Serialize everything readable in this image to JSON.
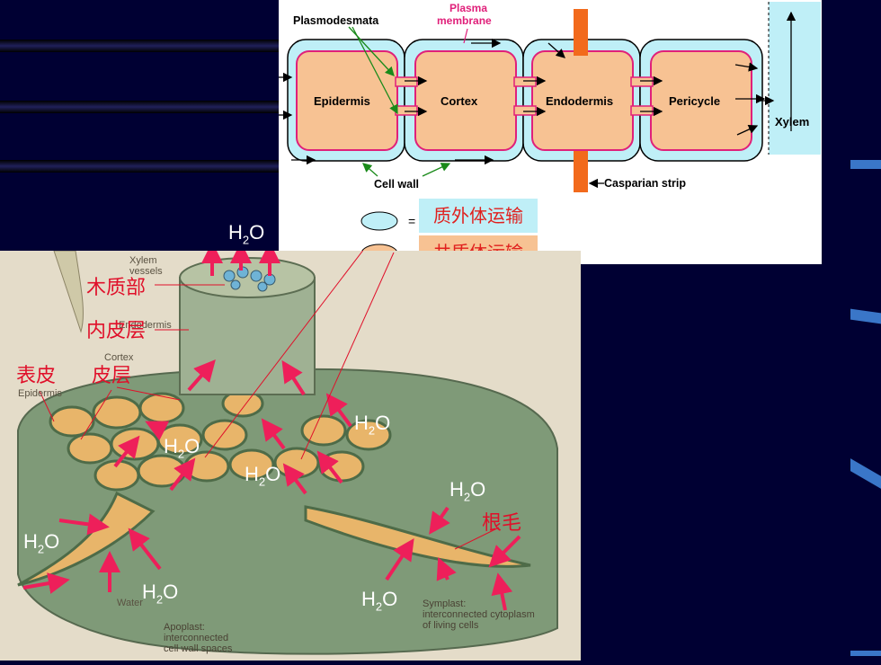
{
  "top_diagram": {
    "labels": {
      "plasmodesmata": "Plasmodesmata",
      "plasma_membrane_1": "Plasma",
      "plasma_membrane_2": "membrane",
      "epidermis": "Epidermis",
      "cortex": "Cortex",
      "endodermis": "Endodermis",
      "pericycle": "Pericycle",
      "xylem": "Xylem",
      "cell_wall": "Cell wall",
      "casparian": "Casparian strip"
    }
  },
  "legend": {
    "equals": "=",
    "apoplast": "质外体运输",
    "symplast": "共质体运输",
    "apoplast_color": "#bfeff7",
    "symplast_color": "#f7c293"
  },
  "photo_labels": {
    "xylem_vessels_1": "Xylem",
    "xylem_vessels_2": "vessels",
    "endodermis": "Endodermis",
    "cortex": "Cortex",
    "epidermis": "Epidermis",
    "water": "Water",
    "apoplast_1": "Apoplast:",
    "apoplast_2": "interconnected",
    "apoplast_3": "cell wall spaces",
    "symplast_1": "Symplast:",
    "symplast_2": "interconnected cytoplasm",
    "symplast_3": "of living cells"
  },
  "chinese_labels": {
    "xylem": "木质部",
    "endodermis": "内皮层",
    "epidermis": "表皮",
    "cortex": "皮层",
    "root_hair": "根毛"
  },
  "water": {
    "h": "H",
    "sub": "2",
    "o": "O"
  }
}
